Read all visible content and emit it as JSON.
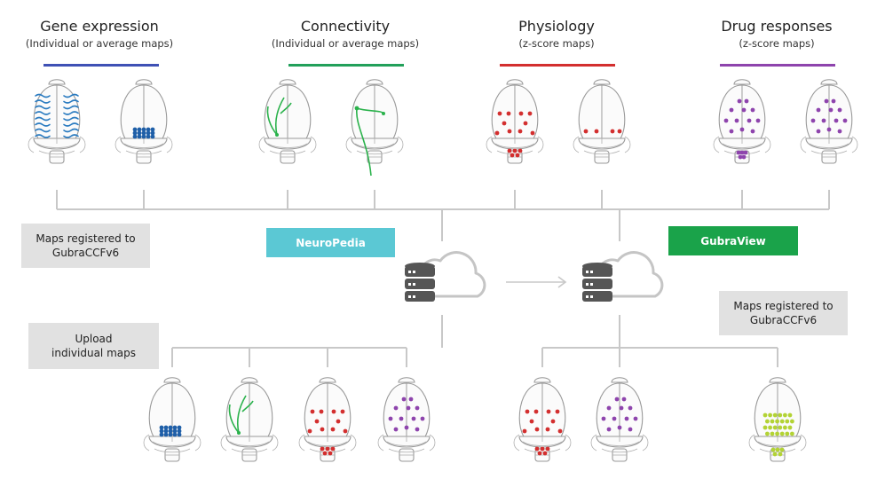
{
  "categories": [
    {
      "title": "Gene expression",
      "subtitle": "(Individual or average maps)",
      "color": "#3f51b5"
    },
    {
      "title": "Connectivity",
      "subtitle": "(Individual or average maps)",
      "color": "#22a05a"
    },
    {
      "title": "Physiology",
      "subtitle": "(z-score maps)",
      "color": "#d32f2f"
    },
    {
      "title": "Drug responses",
      "subtitle": "(z-score maps)",
      "color": "#8e44ad"
    }
  ],
  "boxes": {
    "maps_registered_left": [
      "Maps registered to",
      "GubraCCFv6"
    ],
    "upload_maps": [
      "Upload",
      "individual maps"
    ],
    "maps_registered_right": [
      "Maps registered to",
      "GubraCCFv6"
    ]
  },
  "platforms": {
    "neuropedia": {
      "label": "NeuroPedia",
      "color": "#5bc8d4"
    },
    "gubraview": {
      "label": "GubraView",
      "color": "#1aa34a"
    }
  },
  "colors": {
    "gene_blue": "#1f5fa8",
    "gene_stripe": "#2a7bc0",
    "connectivity_green": "#2bb24c",
    "physiology_red": "#d32f2f",
    "drug_purple": "#8e44ad",
    "lime": "#b3d334",
    "connector": "#c8c8c8",
    "cloud": "#c5c5c5",
    "database": "#555555"
  },
  "icons": [
    "brain-icon",
    "database-icon",
    "cloud-icon",
    "arrow-right-icon"
  ]
}
